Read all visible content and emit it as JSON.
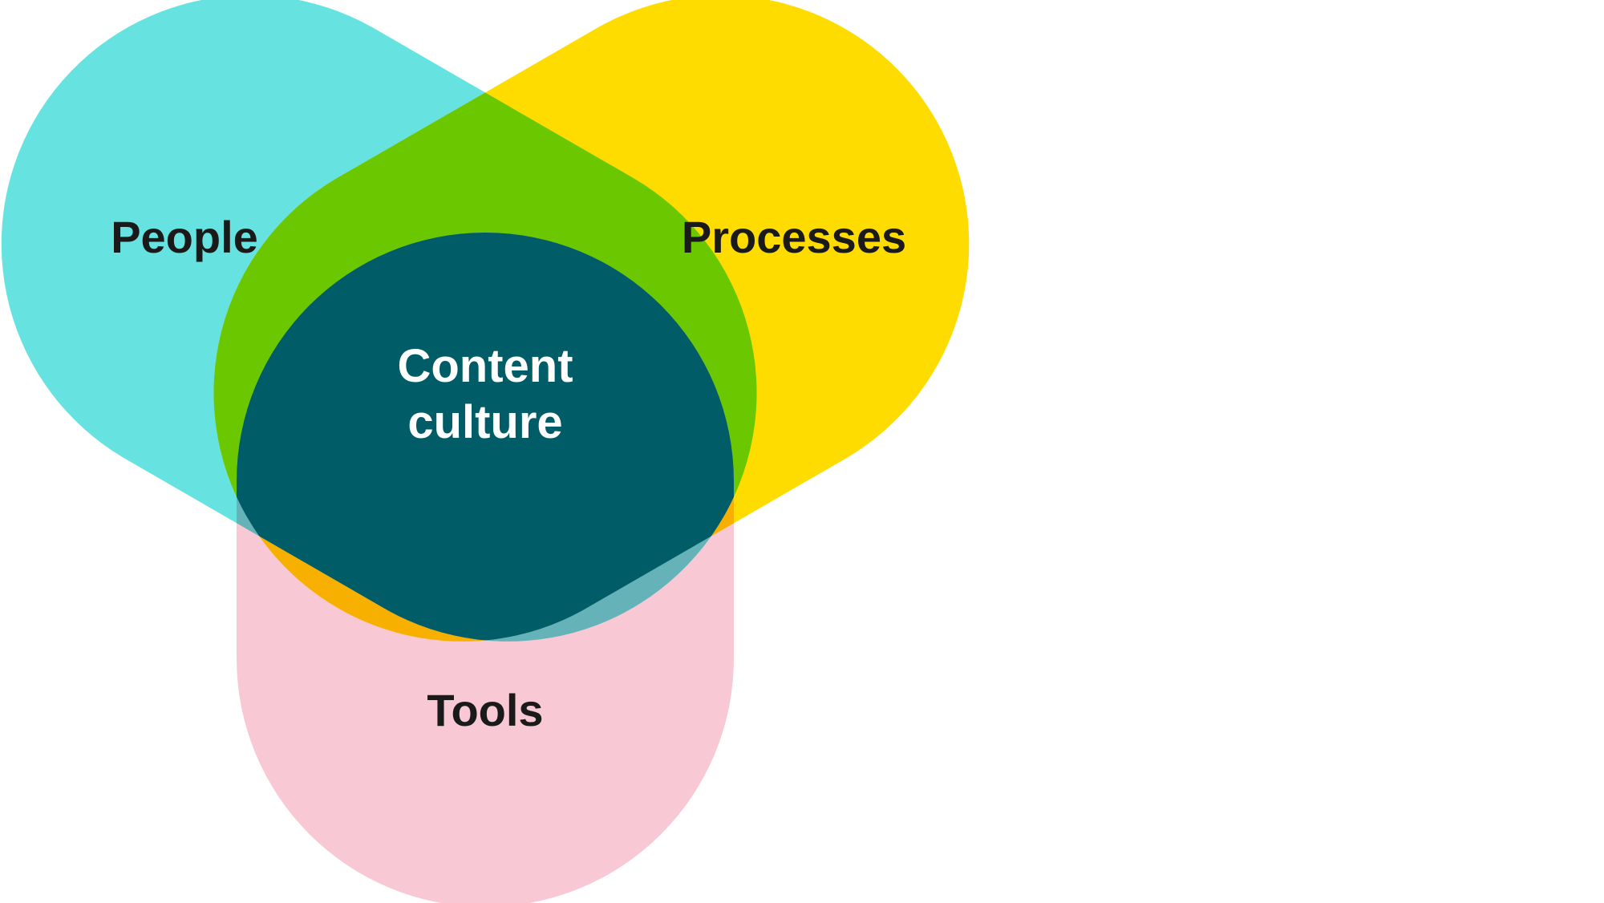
{
  "diagram": {
    "labels": {
      "people": "People",
      "processes": "Processes",
      "tools": "Tools",
      "center_line1": "Content",
      "center_line2": "culture"
    },
    "colors": {
      "people": "#66E3E0",
      "processes": "#FFDC00",
      "tools": "#F8C8D4",
      "people_processes": "#6AC700",
      "processes_tools": "#F8B000",
      "people_tools": "#65B3B8",
      "center": "#005C66",
      "label_dark": "#1A1A1A",
      "label_light": "#FFFFFF"
    }
  }
}
